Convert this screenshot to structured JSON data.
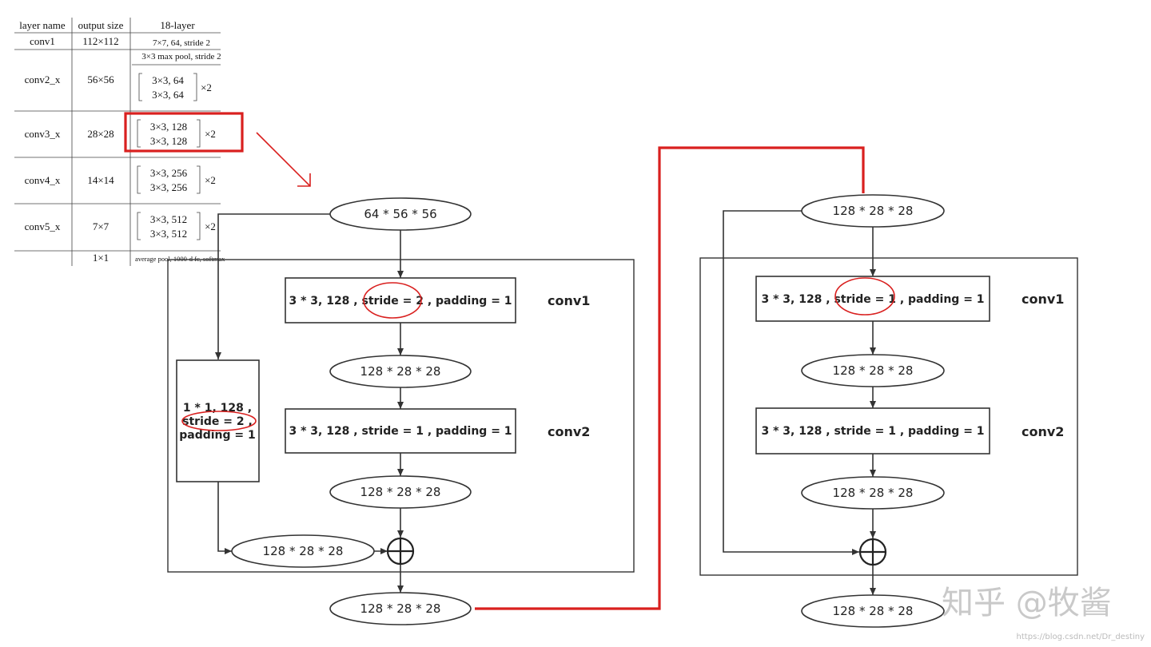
{
  "table": {
    "headers": [
      "layer name",
      "output size",
      "18-layer"
    ],
    "rows": [
      {
        "name": "conv1",
        "size": "112×112",
        "layer": "7×7, 64, stride 2"
      },
      {
        "name": "conv2_x",
        "size": "56×56",
        "pool": "3×3 max pool, stride 2",
        "line1": "3×3, 64",
        "line2": "3×3, 64",
        "mult": "×2"
      },
      {
        "name": "conv3_x",
        "size": "28×28",
        "line1": "3×3, 128",
        "line2": "3×3, 128",
        "mult": "×2"
      },
      {
        "name": "conv4_x",
        "size": "14×14",
        "line1": "3×3, 256",
        "line2": "3×3, 256",
        "mult": "×2"
      },
      {
        "name": "conv5_x",
        "size": "7×7",
        "line1": "3×3, 512",
        "line2": "3×3, 512",
        "mult": "×2"
      },
      {
        "name": "",
        "size": "1×1",
        "layer": "average pool, 1000-d fc, softmax"
      }
    ]
  },
  "left_block": {
    "input": "64 * 56 * 56",
    "conv1": "3 * 3, 128 , stride = 2 , padding = 1",
    "conv1_label": "conv1",
    "mid": "128 * 28 * 28",
    "conv2": "3 * 3, 128 , stride = 1 , padding = 1",
    "conv2_label": "conv2",
    "out_main": "128 * 28 * 28",
    "shortcut_line1": "1 * 1, 128 ,",
    "shortcut_line2": "stride = 2 ,",
    "shortcut_line3": "padding = 1",
    "shortcut_out": "128 * 28 * 28",
    "output": "128 * 28 * 28"
  },
  "right_block": {
    "input": "128 * 28 * 28",
    "conv1": "3 * 3, 128 , stride = 1 , padding = 1",
    "conv1_label": "conv1",
    "mid": "128 * 28 * 28",
    "conv2": "3 * 3, 128 , stride = 1 , padding = 1",
    "conv2_label": "conv2",
    "out_main": "128 * 28 * 28",
    "output": "128 * 28 * 28"
  },
  "watermark": "知乎 @牧酱",
  "source_url": "https://blog.csdn.net/Dr_destiny",
  "colors": {
    "highlight": "#d9201f",
    "line": "#333333",
    "watermark": "#c9c9c9"
  }
}
